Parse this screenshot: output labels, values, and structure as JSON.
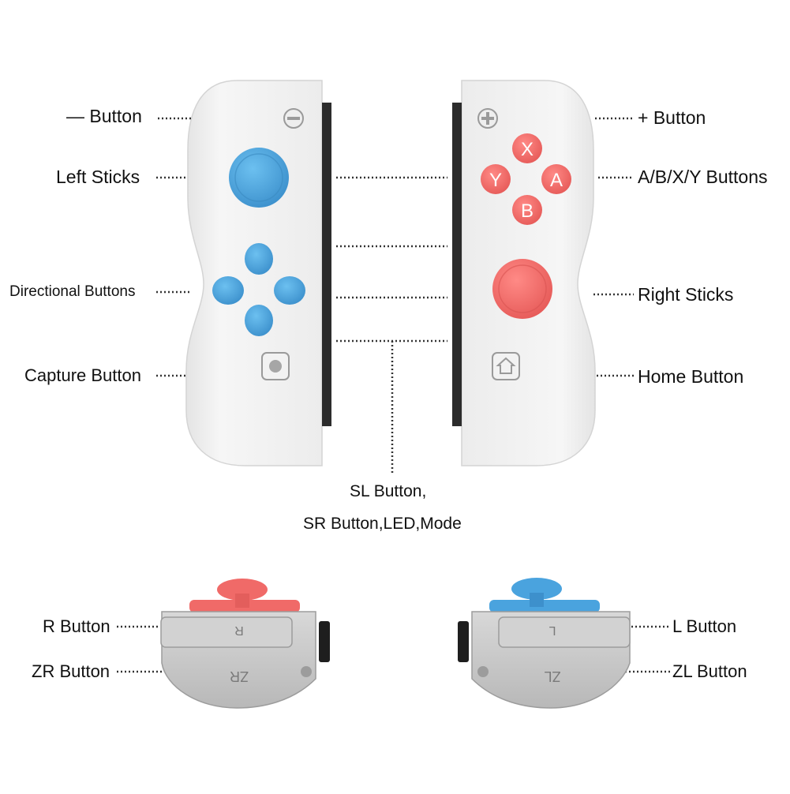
{
  "labels": {
    "minus_button": "— Button",
    "left_sticks": "Left Sticks",
    "directional_buttons": "Directional Buttons",
    "capture_button": "Capture Button",
    "plus_button": "+ Button",
    "abxy_buttons": "A/B/X/Y Buttons",
    "right_sticks": "Right Sticks",
    "home_button": "Home Button",
    "sl_line1": "SL Button,",
    "sl_line2": "SR Button,LED,Mode",
    "r_button": "R Button",
    "zr_button": "ZR Button",
    "l_button": "L Button",
    "zl_button": "ZL Button"
  },
  "face_buttons": {
    "x": "X",
    "y": "Y",
    "a": "A",
    "b": "B"
  },
  "shoulder_marks": {
    "r": "R",
    "zr": "ZR",
    "l": "L",
    "zl": "ZL"
  },
  "colors": {
    "left_accent": "#4aa3de",
    "right_accent": "#f06a68",
    "body": "#f1f1f1",
    "rail": "#2c2c2c",
    "shoulder": "#c9c9c9"
  }
}
